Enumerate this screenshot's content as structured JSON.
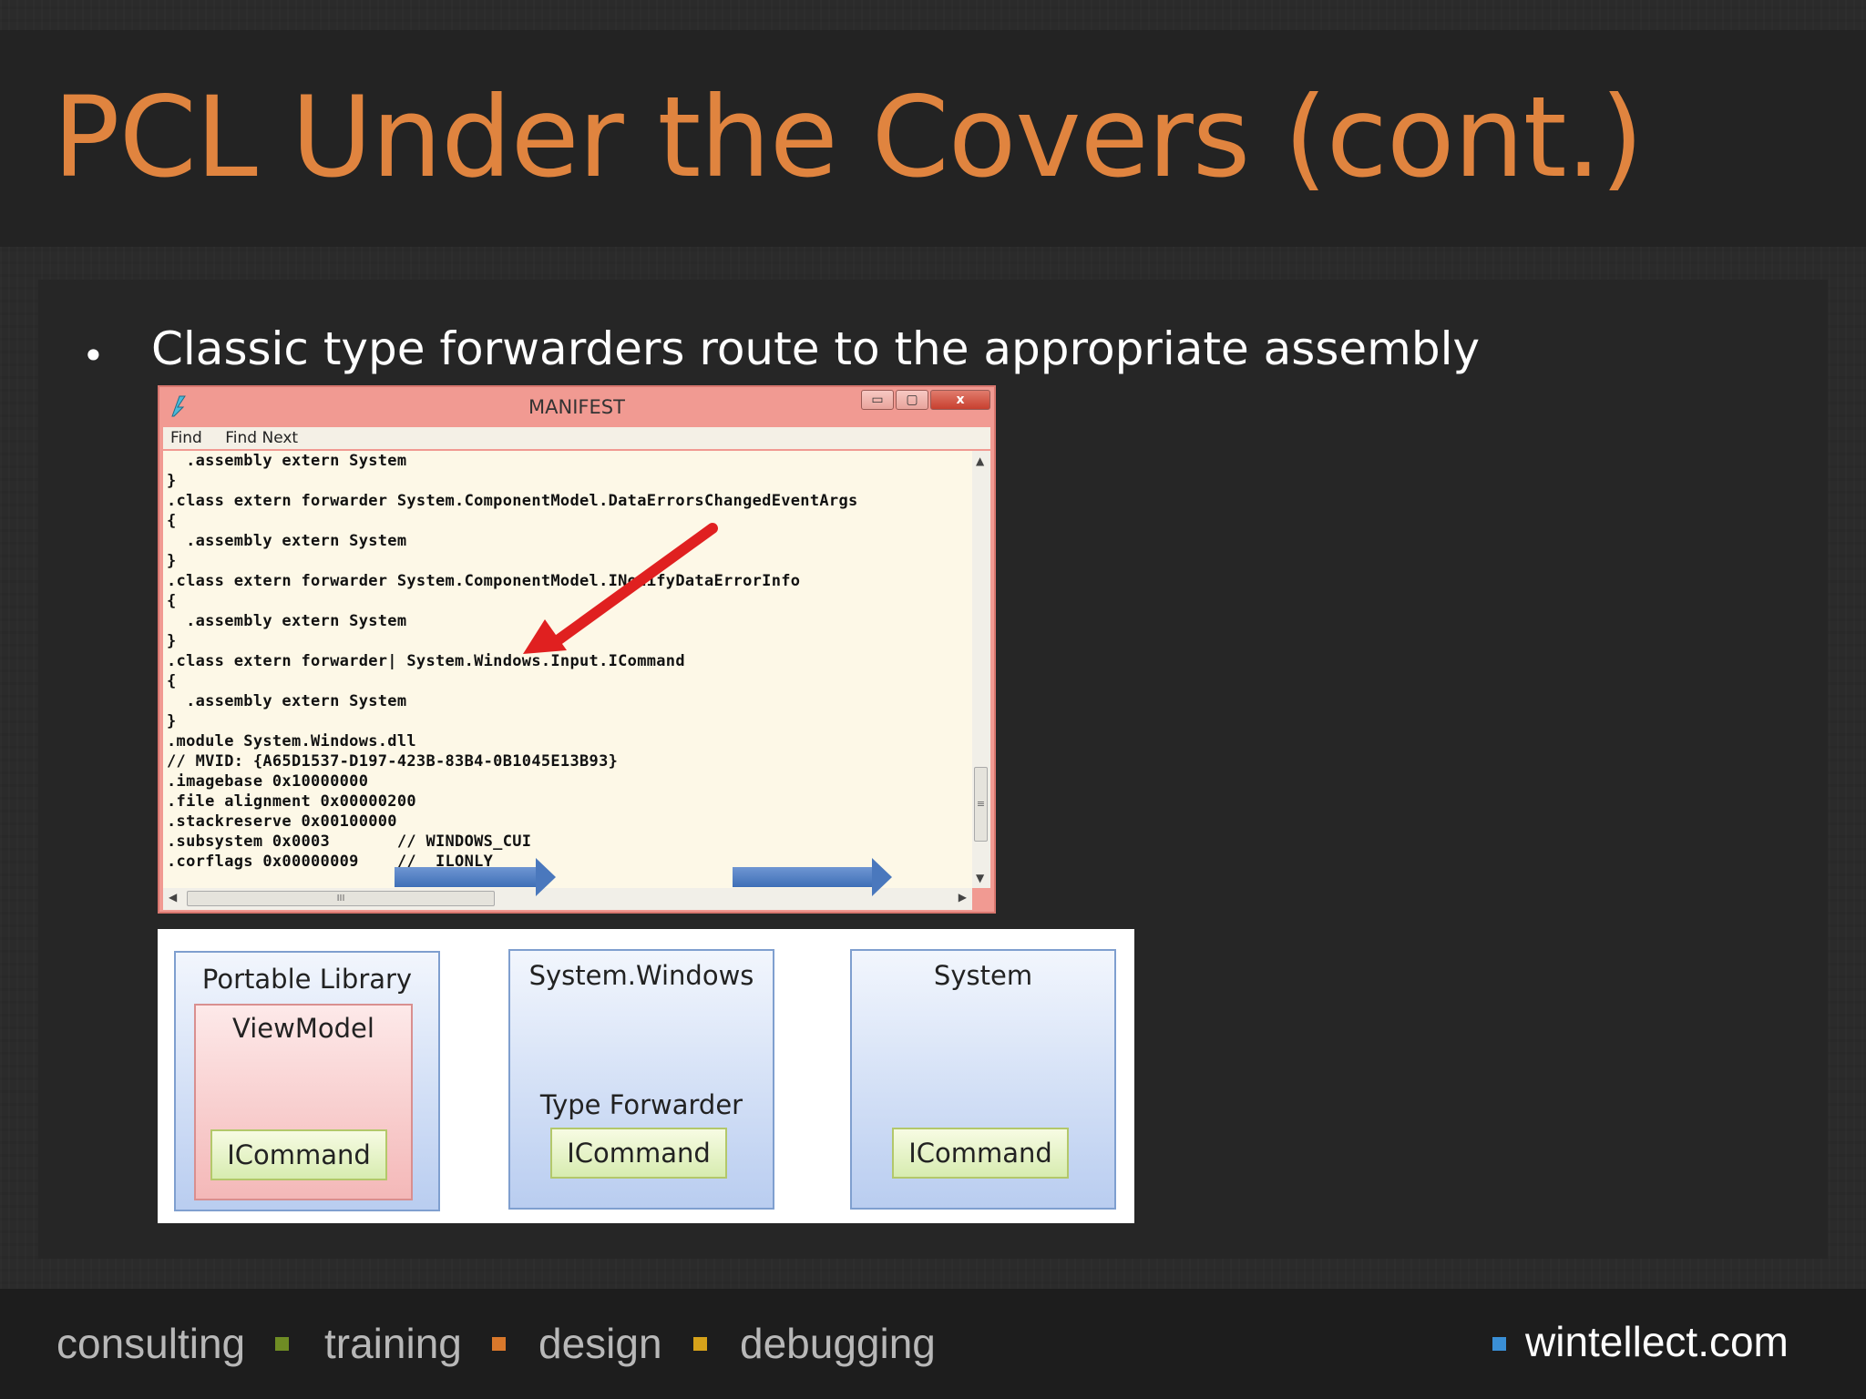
{
  "slide": {
    "title": "PCL Under the Covers (cont.)",
    "bullet": "Classic type forwarders route to the appropriate assembly"
  },
  "window": {
    "title": "MANIFEST",
    "controls": {
      "minimize": "▭",
      "maximize": "▢",
      "close": "x"
    },
    "menu": [
      "Find",
      "Find Next"
    ],
    "code_lines": [
      "  .assembly extern System",
      "}",
      ".class extern forwarder System.ComponentModel.DataErrorsChangedEventArgs",
      "{",
      "  .assembly extern System",
      "}",
      ".class extern forwarder System.ComponentModel.INotifyDataErrorInfo",
      "{",
      "  .assembly extern System",
      "}",
      ".class extern forwarder| System.Windows.Input.ICommand",
      "{",
      "  .assembly extern System",
      "}",
      ".module System.Windows.dll",
      "// MVID: {A65D1537-D197-423B-83B4-0B1045E13B93}",
      ".imagebase 0x10000000",
      ".file alignment 0x00000200",
      ".stackreserve 0x00100000",
      ".subsystem 0x0003       // WINDOWS_CUI",
      ".corflags 0x00000009    //  ILONLY"
    ],
    "hscroll_grip": "III",
    "vscroll_grip": "≡"
  },
  "diagram": {
    "portable_library": "Portable Library",
    "viewmodel": "ViewModel",
    "system_windows": "System.Windows",
    "type_forwarder": "Type Forwarder",
    "system": "System",
    "icommand_1": "ICommand",
    "icommand_2": "ICommand",
    "icommand_3": "ICommand"
  },
  "footer": {
    "items": [
      "consulting",
      "training",
      "design",
      "debugging"
    ],
    "site": "wintellect.com"
  },
  "colors": {
    "title": "#e0843f",
    "sq_green": "#6f8c24",
    "sq_orange": "#d9782b",
    "sq_yellow": "#d6a21a",
    "sq_blue": "#3a8fd6",
    "arrow_red": "#e02020"
  }
}
